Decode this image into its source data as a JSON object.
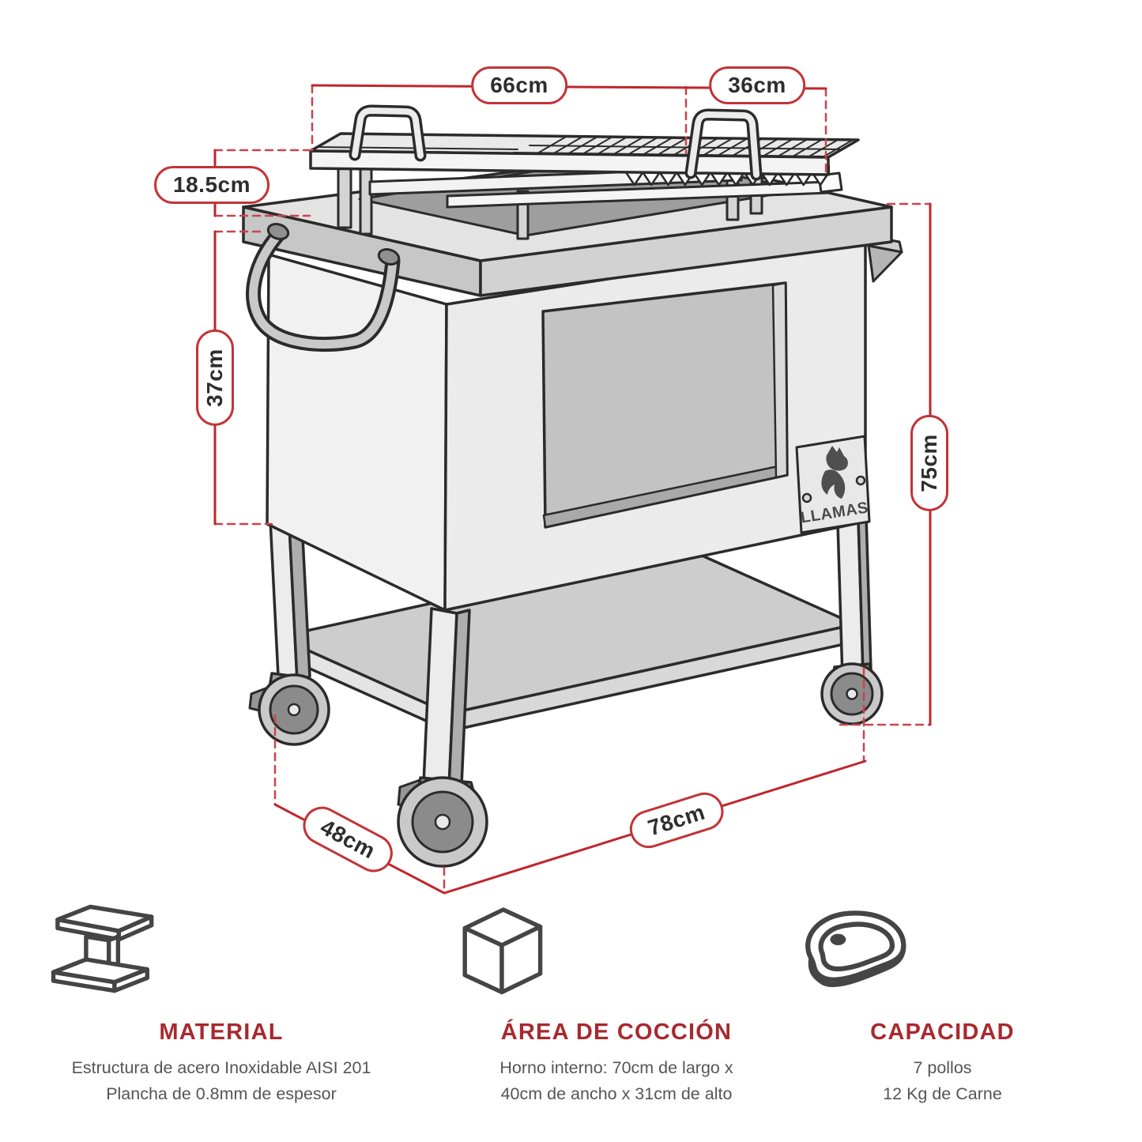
{
  "colors": {
    "accent_red": "#c23438",
    "heading_red": "#a8292e",
    "dimension_line_red": "#c0262c",
    "outline_ink": "#2b2b2b",
    "body_text_gray": "#555555"
  },
  "brand": {
    "logo_text": "LLAMAS"
  },
  "dimensions": {
    "rack_width": "66cm",
    "grate_depth": "36cm",
    "rack_height": "18.5cm",
    "body_height": "37cm",
    "total_height": "75cm",
    "depth": "48cm",
    "length": "78cm"
  },
  "specs": [
    {
      "icon": "i-beam-icon",
      "title": "MATERIAL",
      "lines": [
        "Estructura de acero Inoxidable AISI 201",
        "Plancha de 0.8mm de espesor"
      ]
    },
    {
      "icon": "cube-icon",
      "title": "ÁREA DE COCCIÓN",
      "lines": [
        "Horno interno: 70cm de largo x",
        "40cm de ancho x 31cm de alto"
      ]
    },
    {
      "icon": "steak-icon",
      "title": "CAPACIDAD",
      "lines": [
        "7 pollos",
        "12 Kg de Carne"
      ]
    }
  ]
}
